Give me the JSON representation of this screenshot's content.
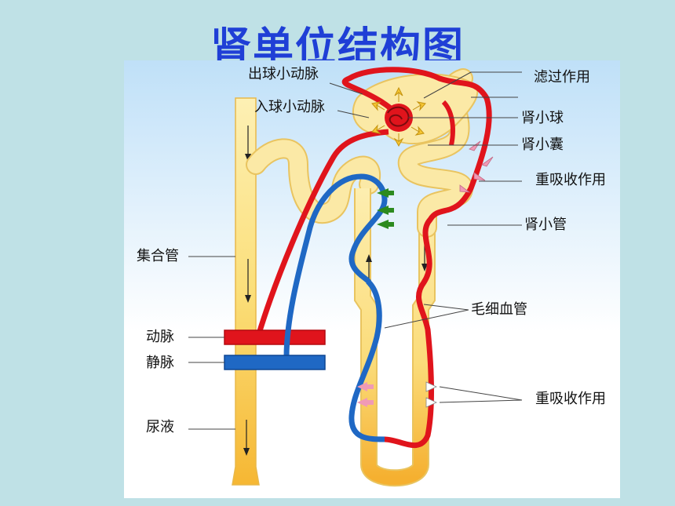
{
  "title": "肾单位结构图",
  "labels": {
    "efferent_arteriole": "出球小动脉",
    "afferent_arteriole": "入球小动脉",
    "filtration": "滤过作用",
    "glomerulus": "肾小球",
    "bowmans_capsule": "肾小囊",
    "reabsorption_top": "重吸收作用",
    "renal_tubule": "肾小管",
    "collecting_duct": "集合管",
    "capillaries": "毛细血管",
    "artery": "动脉",
    "vein": "静脉",
    "reabsorption_bottom": "重吸收作用",
    "urine": "尿液"
  },
  "colors": {
    "artery": "#e0141c",
    "vein": "#1f68c4",
    "tubule": "#fbe9a6",
    "title": "#1f3fd6"
  }
}
